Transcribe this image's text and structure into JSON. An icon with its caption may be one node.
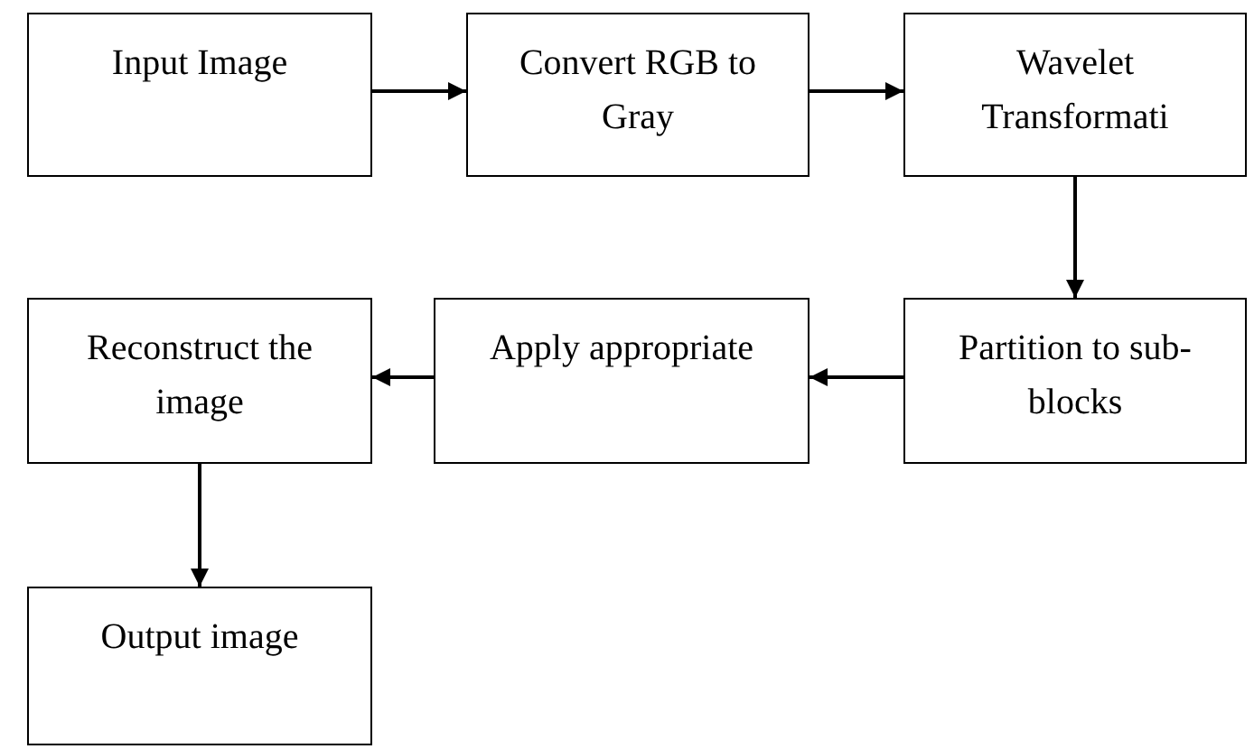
{
  "diagram": {
    "nodes": [
      {
        "text": [
          "Input Image"
        ]
      },
      {
        "text": [
          "Convert RGB to Gray"
        ]
      },
      {
        "text": [
          "Wavelet Transformati"
        ]
      },
      {
        "text": [
          "Reconstruct the image"
        ]
      },
      {
        "text": [
          "Apply appropriate"
        ]
      },
      {
        "text": [
          "Partition to sub-blocks"
        ]
      },
      {
        "text": [
          "Output image"
        ]
      }
    ],
    "edges": [
      {
        "from": 0,
        "to": 1,
        "arrow": "to"
      },
      {
        "from": 1,
        "to": 2,
        "arrow": "to"
      },
      {
        "from": 2,
        "to": 5,
        "arrow": "to"
      },
      {
        "from": 5,
        "to": 4,
        "arrow": "to"
      },
      {
        "from": 4,
        "to": 3,
        "arrow": "to"
      },
      {
        "from": 3,
        "to": 6,
        "arrow": "to"
      }
    ]
  }
}
